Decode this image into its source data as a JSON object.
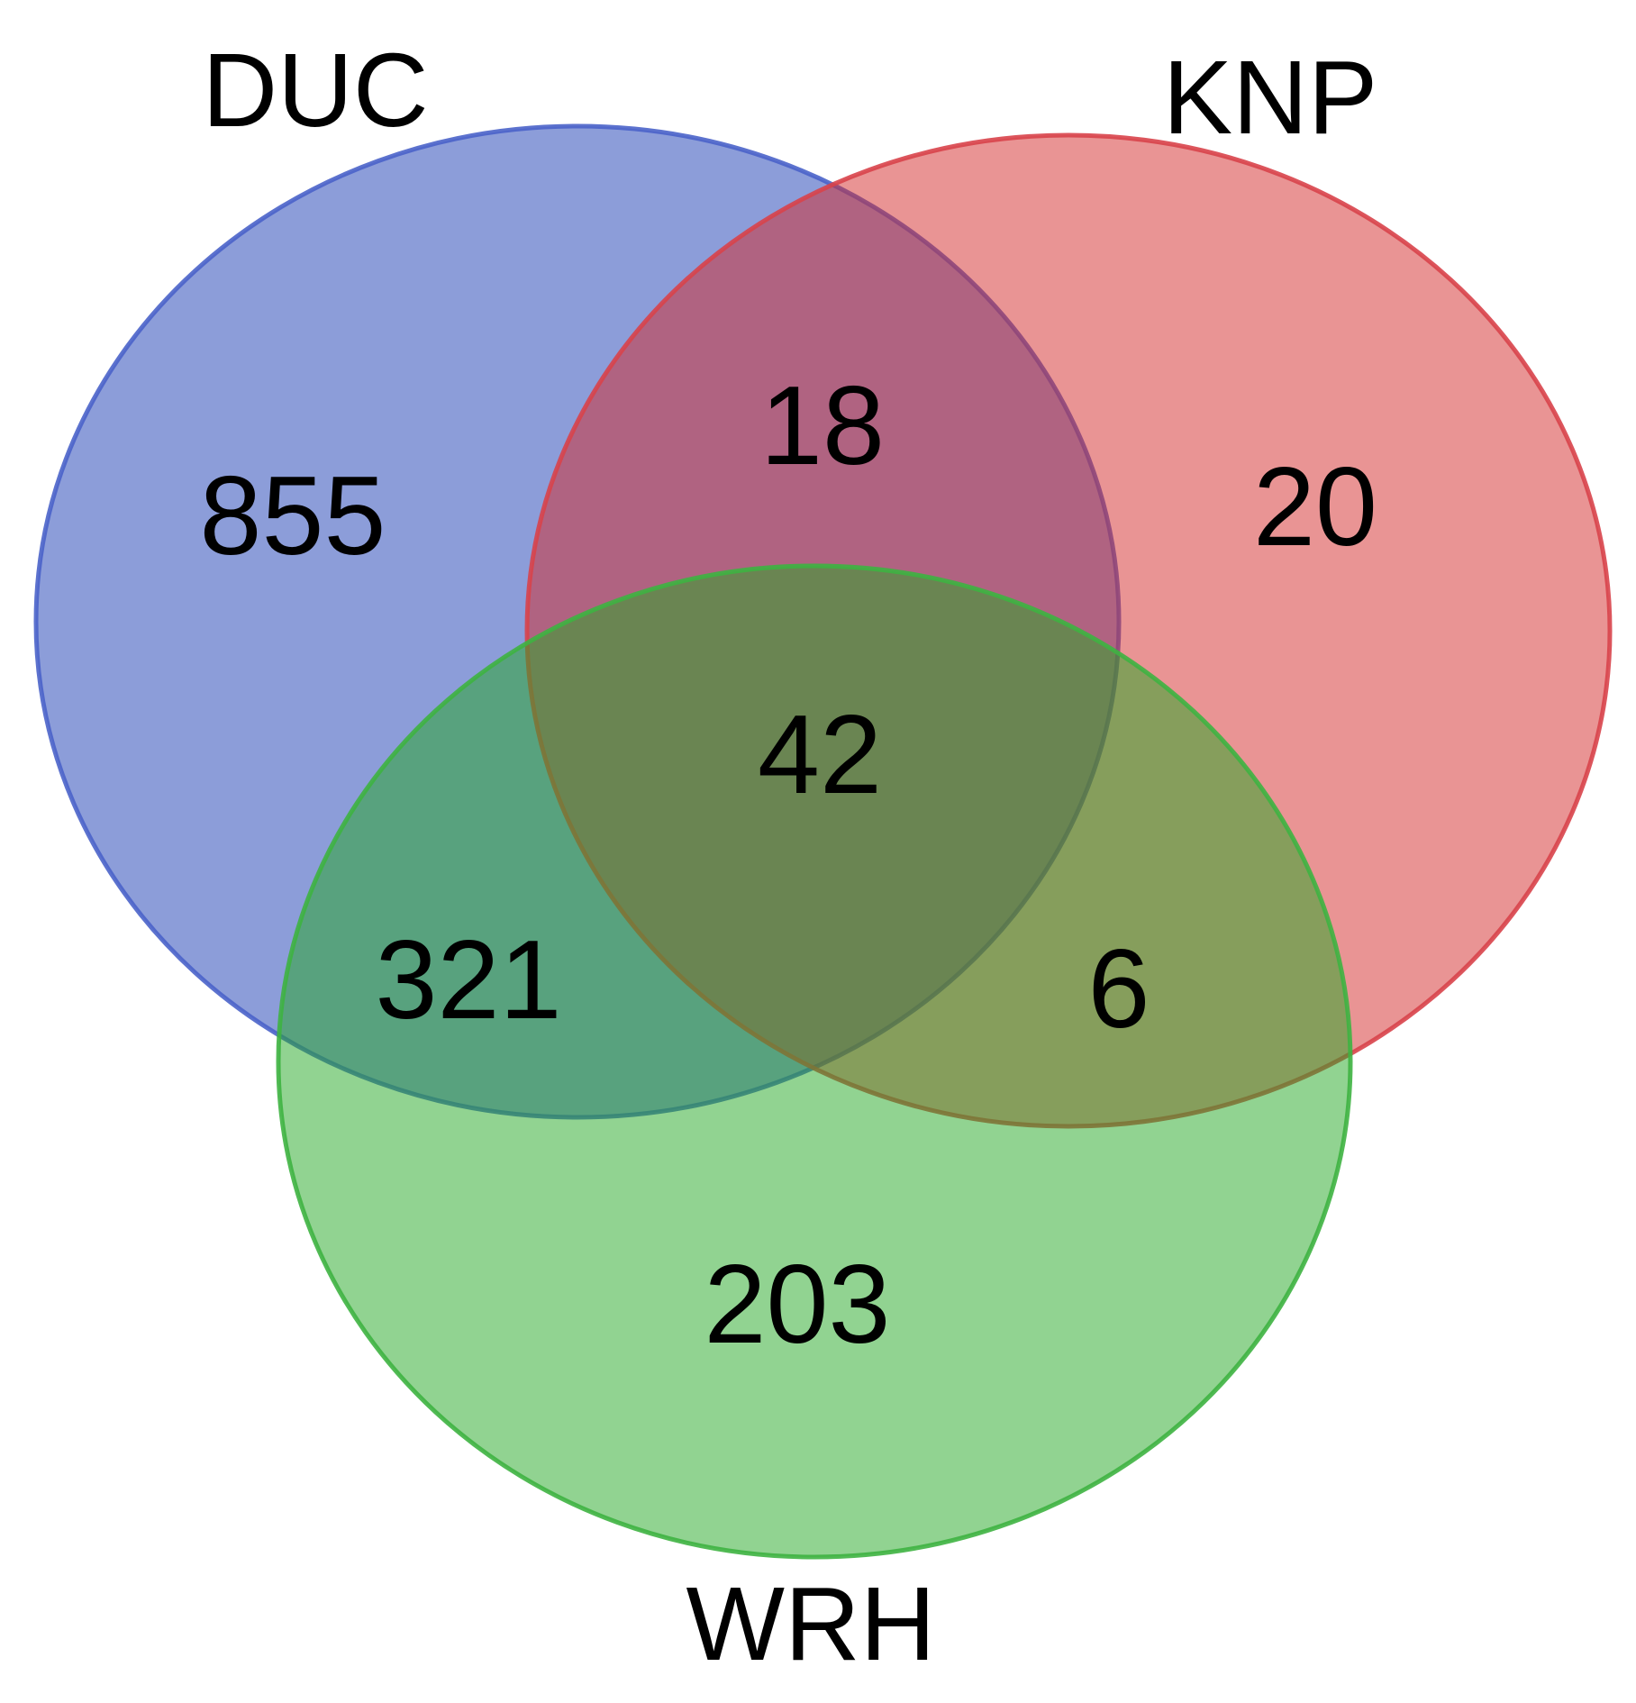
{
  "diagram": {
    "type": "venn3",
    "sets": [
      {
        "id": "duc",
        "label": "DUC",
        "fill": "#1a3cb3",
        "stroke": "#4a63c9"
      },
      {
        "id": "knp",
        "label": "KNP",
        "fill": "#d42a2a",
        "stroke": "#d8434a"
      },
      {
        "id": "wrh",
        "label": "WRH",
        "fill": "#23a823",
        "stroke": "#3eb241"
      }
    ],
    "fill_opacity": 0.5,
    "regions": {
      "duc_only": "855",
      "knp_only": "20",
      "wrh_only": "203",
      "duc_knp": "18",
      "duc_wrh": "321",
      "knp_wrh": "6",
      "duc_knp_wrh": "42"
    }
  }
}
